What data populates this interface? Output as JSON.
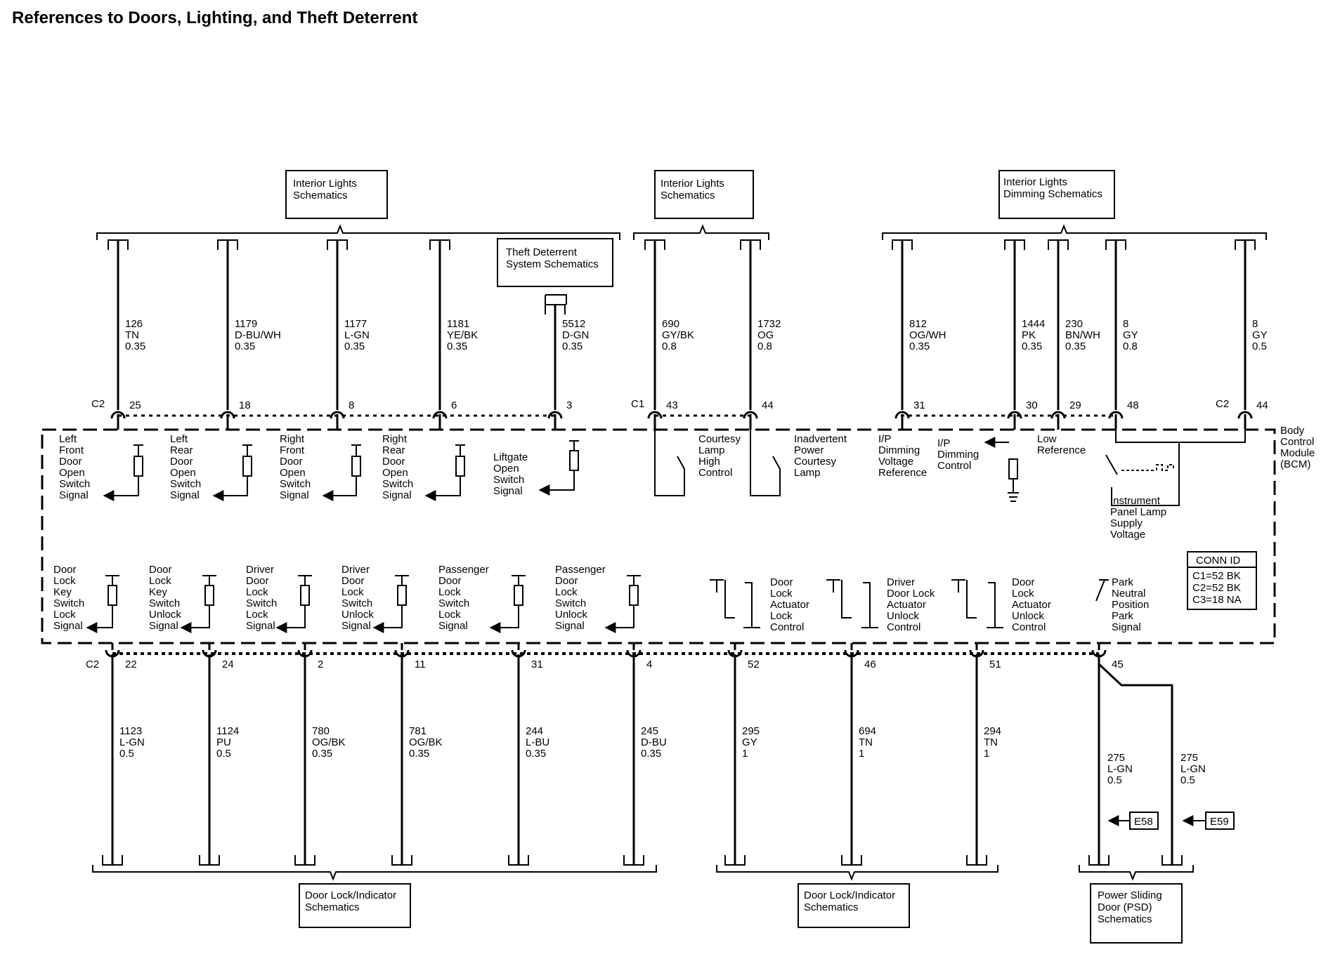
{
  "title": "References to Doors, Lighting, and Theft Deterrent",
  "ref_boxes": {
    "interior_lights_1": [
      "Interior Lights",
      "Schematics"
    ],
    "interior_lights_2": [
      "Interior Lights",
      "Schematics"
    ],
    "interior_lights_dimming": [
      "Interior Lights",
      "Dimming Schematics"
    ],
    "theft_deterrent": [
      "Theft Deterrent",
      "System Schematics"
    ],
    "door_lock_1": [
      "Door Lock/Indicator",
      "Schematics"
    ],
    "door_lock_2": [
      "Door Lock/Indicator",
      "Schematics"
    ],
    "psd": [
      "Power Sliding",
      "Door (PSD)",
      "Schematics"
    ]
  },
  "module_label": [
    "Body",
    "Control",
    "Module",
    "(BCM)"
  ],
  "conn_id": {
    "title": "CONN ID",
    "lines": [
      "C1=52 BK",
      "C2=52 BK",
      "C3=18 NA"
    ]
  },
  "connectors": {
    "c1": "C1",
    "c2_top_left": "C2",
    "c2_top_right": "C2",
    "c2_bottom": "C2"
  },
  "top_wires": [
    {
      "circuit": "126",
      "color": "TN",
      "gauge": "0.35",
      "pin": "25"
    },
    {
      "circuit": "1179",
      "color": "D-BU/WH",
      "gauge": "0.35",
      "pin": "18"
    },
    {
      "circuit": "1177",
      "color": "L-GN",
      "gauge": "0.35",
      "pin": "8"
    },
    {
      "circuit": "1181",
      "color": "YE/BK",
      "gauge": "0.35",
      "pin": "6"
    },
    {
      "circuit": "5512",
      "color": "D-GN",
      "gauge": "0.35",
      "pin": "3"
    },
    {
      "circuit": "690",
      "color": "GY/BK",
      "gauge": "0.8",
      "pin": "43"
    },
    {
      "circuit": "1732",
      "color": "OG",
      "gauge": "0.8",
      "pin": "44"
    },
    {
      "circuit": "812",
      "color": "OG/WH",
      "gauge": "0.35",
      "pin": "31"
    },
    {
      "circuit": "1444",
      "color": "PK",
      "gauge": "0.35",
      "pin": "30"
    },
    {
      "circuit": "230",
      "color": "BN/WH",
      "gauge": "0.35",
      "pin": "29"
    },
    {
      "circuit": "8",
      "color": "GY",
      "gauge": "0.8",
      "pin": "48"
    },
    {
      "circuit": "8",
      "color": "GY",
      "gauge": "0.5",
      "pin": "44"
    }
  ],
  "top_signals": [
    [
      "Left",
      "Front",
      "Door",
      "Open",
      "Switch",
      "Signal"
    ],
    [
      "Left",
      "Rear",
      "Door",
      "Open",
      "Switch",
      "Signal"
    ],
    [
      "Right",
      "Front",
      "Door",
      "Open",
      "Switch",
      "Signal"
    ],
    [
      "Right",
      "Rear",
      "Door",
      "Open",
      "Switch",
      "Signal"
    ],
    [
      "Liftgate",
      "Open",
      "Switch",
      "Signal"
    ],
    [
      "Courtesy",
      "Lamp",
      "High",
      "Control"
    ],
    [
      "Inadvertent",
      "Power",
      "Courtesy",
      "Lamp"
    ],
    [
      "I/P",
      "Dimming",
      "Voltage",
      "Reference"
    ],
    [
      "I/P",
      "Dimming",
      "Control"
    ],
    [
      "Low",
      "Reference"
    ],
    [
      "Instrument",
      "Panel Lamp",
      "Supply",
      "Voltage"
    ]
  ],
  "bottom_wires": [
    {
      "circuit": "1123",
      "color": "L-GN",
      "gauge": "0.5",
      "pin": "22"
    },
    {
      "circuit": "1124",
      "color": "PU",
      "gauge": "0.5",
      "pin": "24"
    },
    {
      "circuit": "780",
      "color": "OG/BK",
      "gauge": "0.35",
      "pin": "2"
    },
    {
      "circuit": "781",
      "color": "OG/BK",
      "gauge": "0.35",
      "pin": "11"
    },
    {
      "circuit": "244",
      "color": "L-BU",
      "gauge": "0.35",
      "pin": "31"
    },
    {
      "circuit": "245",
      "color": "D-BU",
      "gauge": "0.35",
      "pin": "4"
    },
    {
      "circuit": "295",
      "color": "GY",
      "gauge": "1",
      "pin": "52"
    },
    {
      "circuit": "694",
      "color": "TN",
      "gauge": "1",
      "pin": "46"
    },
    {
      "circuit": "294",
      "color": "TN",
      "gauge": "1",
      "pin": "51"
    },
    {
      "circuit": "275",
      "color": "L-GN",
      "gauge": "0.5",
      "pin": "45"
    },
    {
      "circuit": "275",
      "color": "L-GN",
      "gauge": "0.5",
      "pin": ""
    }
  ],
  "bottom_signals": [
    [
      "Door",
      "Lock",
      "Key",
      "Switch",
      "Lock",
      "Signal"
    ],
    [
      "Door",
      "Lock",
      "Key",
      "Switch",
      "Unlock",
      "Signal"
    ],
    [
      "Driver",
      "Door",
      "Lock",
      "Switch",
      "Lock",
      "Signal"
    ],
    [
      "Driver",
      "Door",
      "Lock",
      "Switch",
      "Unlock",
      "Signal"
    ],
    [
      "Passenger",
      "Door",
      "Lock",
      "Switch",
      "Lock",
      "Signal"
    ],
    [
      "Passenger",
      "Door",
      "Lock",
      "Switch",
      "Unlock",
      "Signal"
    ],
    [
      "Door",
      "Lock",
      "Actuator",
      "Lock",
      "Control"
    ],
    [
      "Driver",
      "Door Lock",
      "Actuator",
      "Unlock",
      "Control"
    ],
    [
      "Door",
      "Lock",
      "Actuator",
      "Unlock",
      "Control"
    ],
    [
      "Park",
      "Neutral",
      "Position",
      "Park",
      "Signal"
    ]
  ],
  "ground_refs": {
    "e58": "E58",
    "e59": "E59"
  }
}
